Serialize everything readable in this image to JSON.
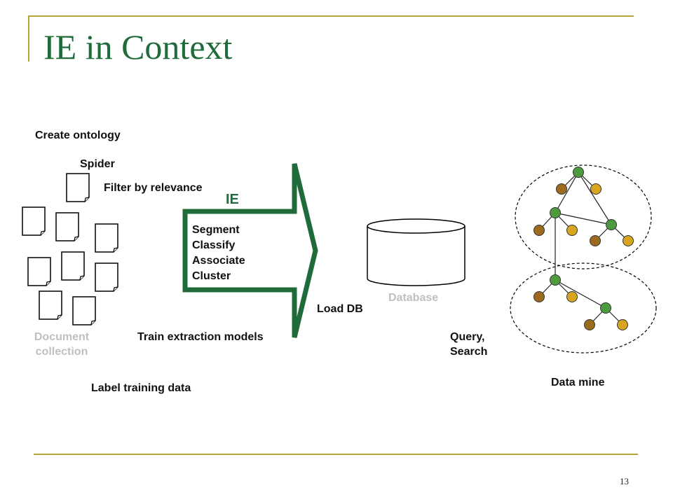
{
  "slide": {
    "title": "IE in Context",
    "page_number": "13",
    "accent_color": "#1f6b3a",
    "frame_color": "#b3a236"
  },
  "labels": {
    "create_ontology": "Create ontology",
    "spider": "Spider",
    "filter_by_relevance": "Filter by relevance",
    "ie": "IE",
    "document_collection_line1": "Document",
    "document_collection_line2": "collection",
    "train_extraction_models": "Train extraction models",
    "label_training_data": "Label training data",
    "load_db": "Load DB",
    "database": "Database",
    "query_line1": "Query,",
    "query_line2": "Search",
    "data_mine": "Data mine"
  },
  "ie_steps": [
    "Segment",
    "Classify",
    "Associate",
    "Cluster"
  ],
  "icons": {
    "documents": "document-icon",
    "arrow": "arrow-icon",
    "database": "database-cylinder-icon",
    "tree": "graph-node-icon"
  },
  "node_colors": {
    "green": "#4e9a3f",
    "brown": "#9c6b1d",
    "gold": "#d8a520"
  }
}
